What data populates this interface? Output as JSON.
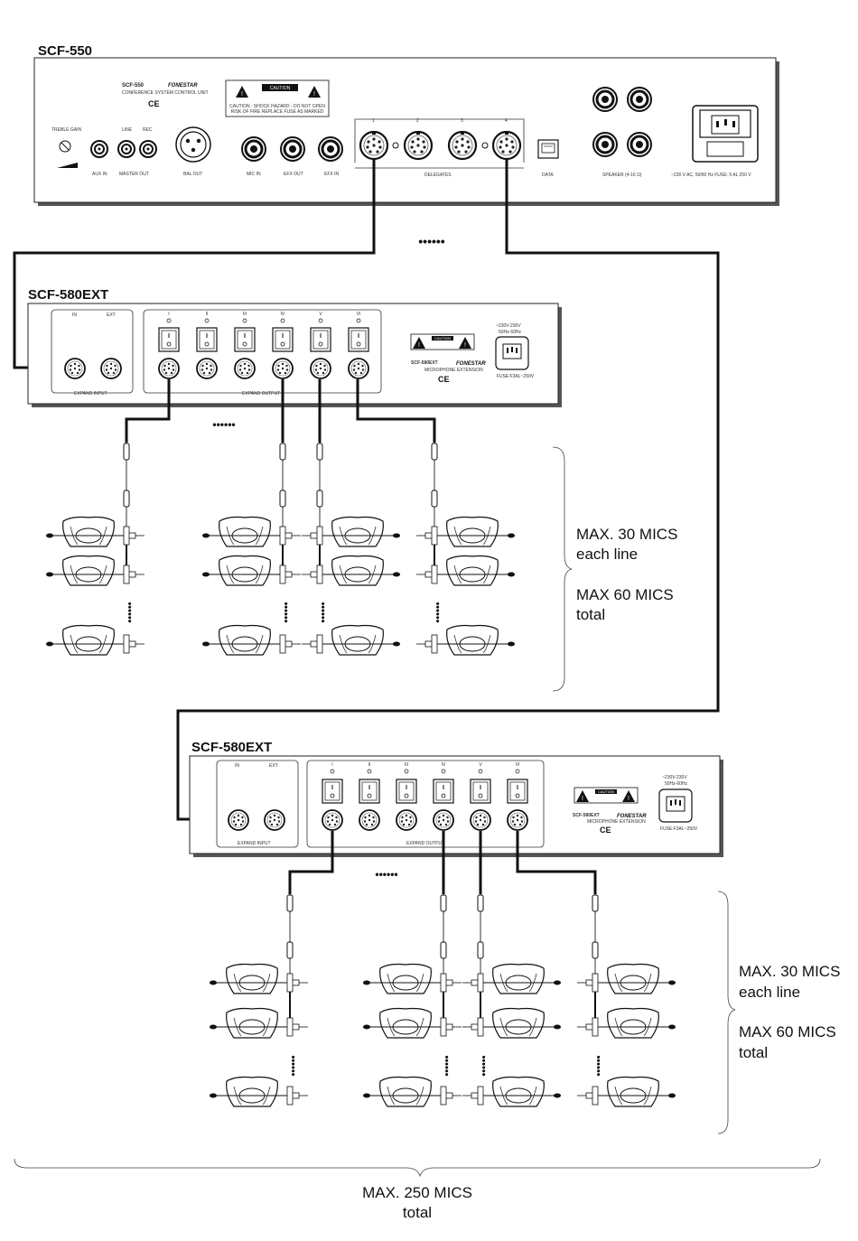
{
  "main_unit": {
    "title": "SCF-550",
    "model": "SCF-550",
    "brand": "FONESTAR",
    "subtitle": "CONFERENCE SYSTEM CONTROL UNIT",
    "ce": "CE",
    "caution_title": "CAUTION",
    "caution_line1": "CAUTION : SHOCK HAZARD - DO NOT OPEN",
    "caution_line2": "RISK OF FIRE REPLACE FUSE AS MARKED",
    "treble_gain": "TREBLE GAIN",
    "line": "LINE",
    "rec": "REC",
    "aux_in": "AUX IN",
    "master_out": "MASTER OUT",
    "bal_out": "BAL OUT",
    "mic_in": "MIC IN",
    "efx_out": "EFX OUT",
    "efx_in": "EFX IN",
    "delegates": "DELEGATES",
    "delegate_numbers": [
      "1",
      "2",
      "3",
      "4"
    ],
    "data": "DATA",
    "speaker": "SPEAKER (4-16 Ω)",
    "power": "~230 V AC, 50/60 Hz FUSE: 5 AL 250 V"
  },
  "extension_top": {
    "title": "SCF-580EXT",
    "in": "IN",
    "ext": "EXT",
    "expand_input": "EXPAND INPUT",
    "expand_output": "EXPAND OUTPUT",
    "channels": [
      "I",
      "II",
      "III",
      "IV",
      "V",
      "VI"
    ],
    "caution_title": "CAUTION",
    "model": "SCF-580EXT",
    "brand": "FONESTAR",
    "subtitle": "MICROPHONE EXTENSION",
    "ce": "CE",
    "voltage": "~230V-230V",
    "frequency": "50Hz-60Hz",
    "fuse": "FUSE:F3AL~250V"
  },
  "extension_bottom": {
    "title": "SCF-580EXT",
    "in": "IN",
    "ext": "EXT",
    "expand_input": "EXPAND INPUT",
    "expand_output": "EXPAND OUTPUT",
    "channels": [
      "I",
      "II",
      "III",
      "IV",
      "V",
      "VI"
    ],
    "caution_title": "CAUTION",
    "model": "SCF-580EXT",
    "brand": "FONESTAR",
    "subtitle": "MICROPHONE EXTENSION",
    "ce": "CE",
    "voltage": "~230V-230V",
    "frequency": "50Hz-60Hz",
    "fuse": "FUSE:F3AL~250V"
  },
  "ellipsis": "••••••",
  "notes": {
    "group1_line1": "MAX. 30 MICS",
    "group1_line2": "each line",
    "group1_line3": "MAX 60 MICS",
    "group1_line4": "total",
    "group2_line1": "MAX. 30 MICS",
    "group2_line2": "each line",
    "group2_line3": "MAX 60 MICS",
    "group2_line4": "total",
    "total_line1": "MAX. 250 MICS",
    "total_line2": "total"
  }
}
